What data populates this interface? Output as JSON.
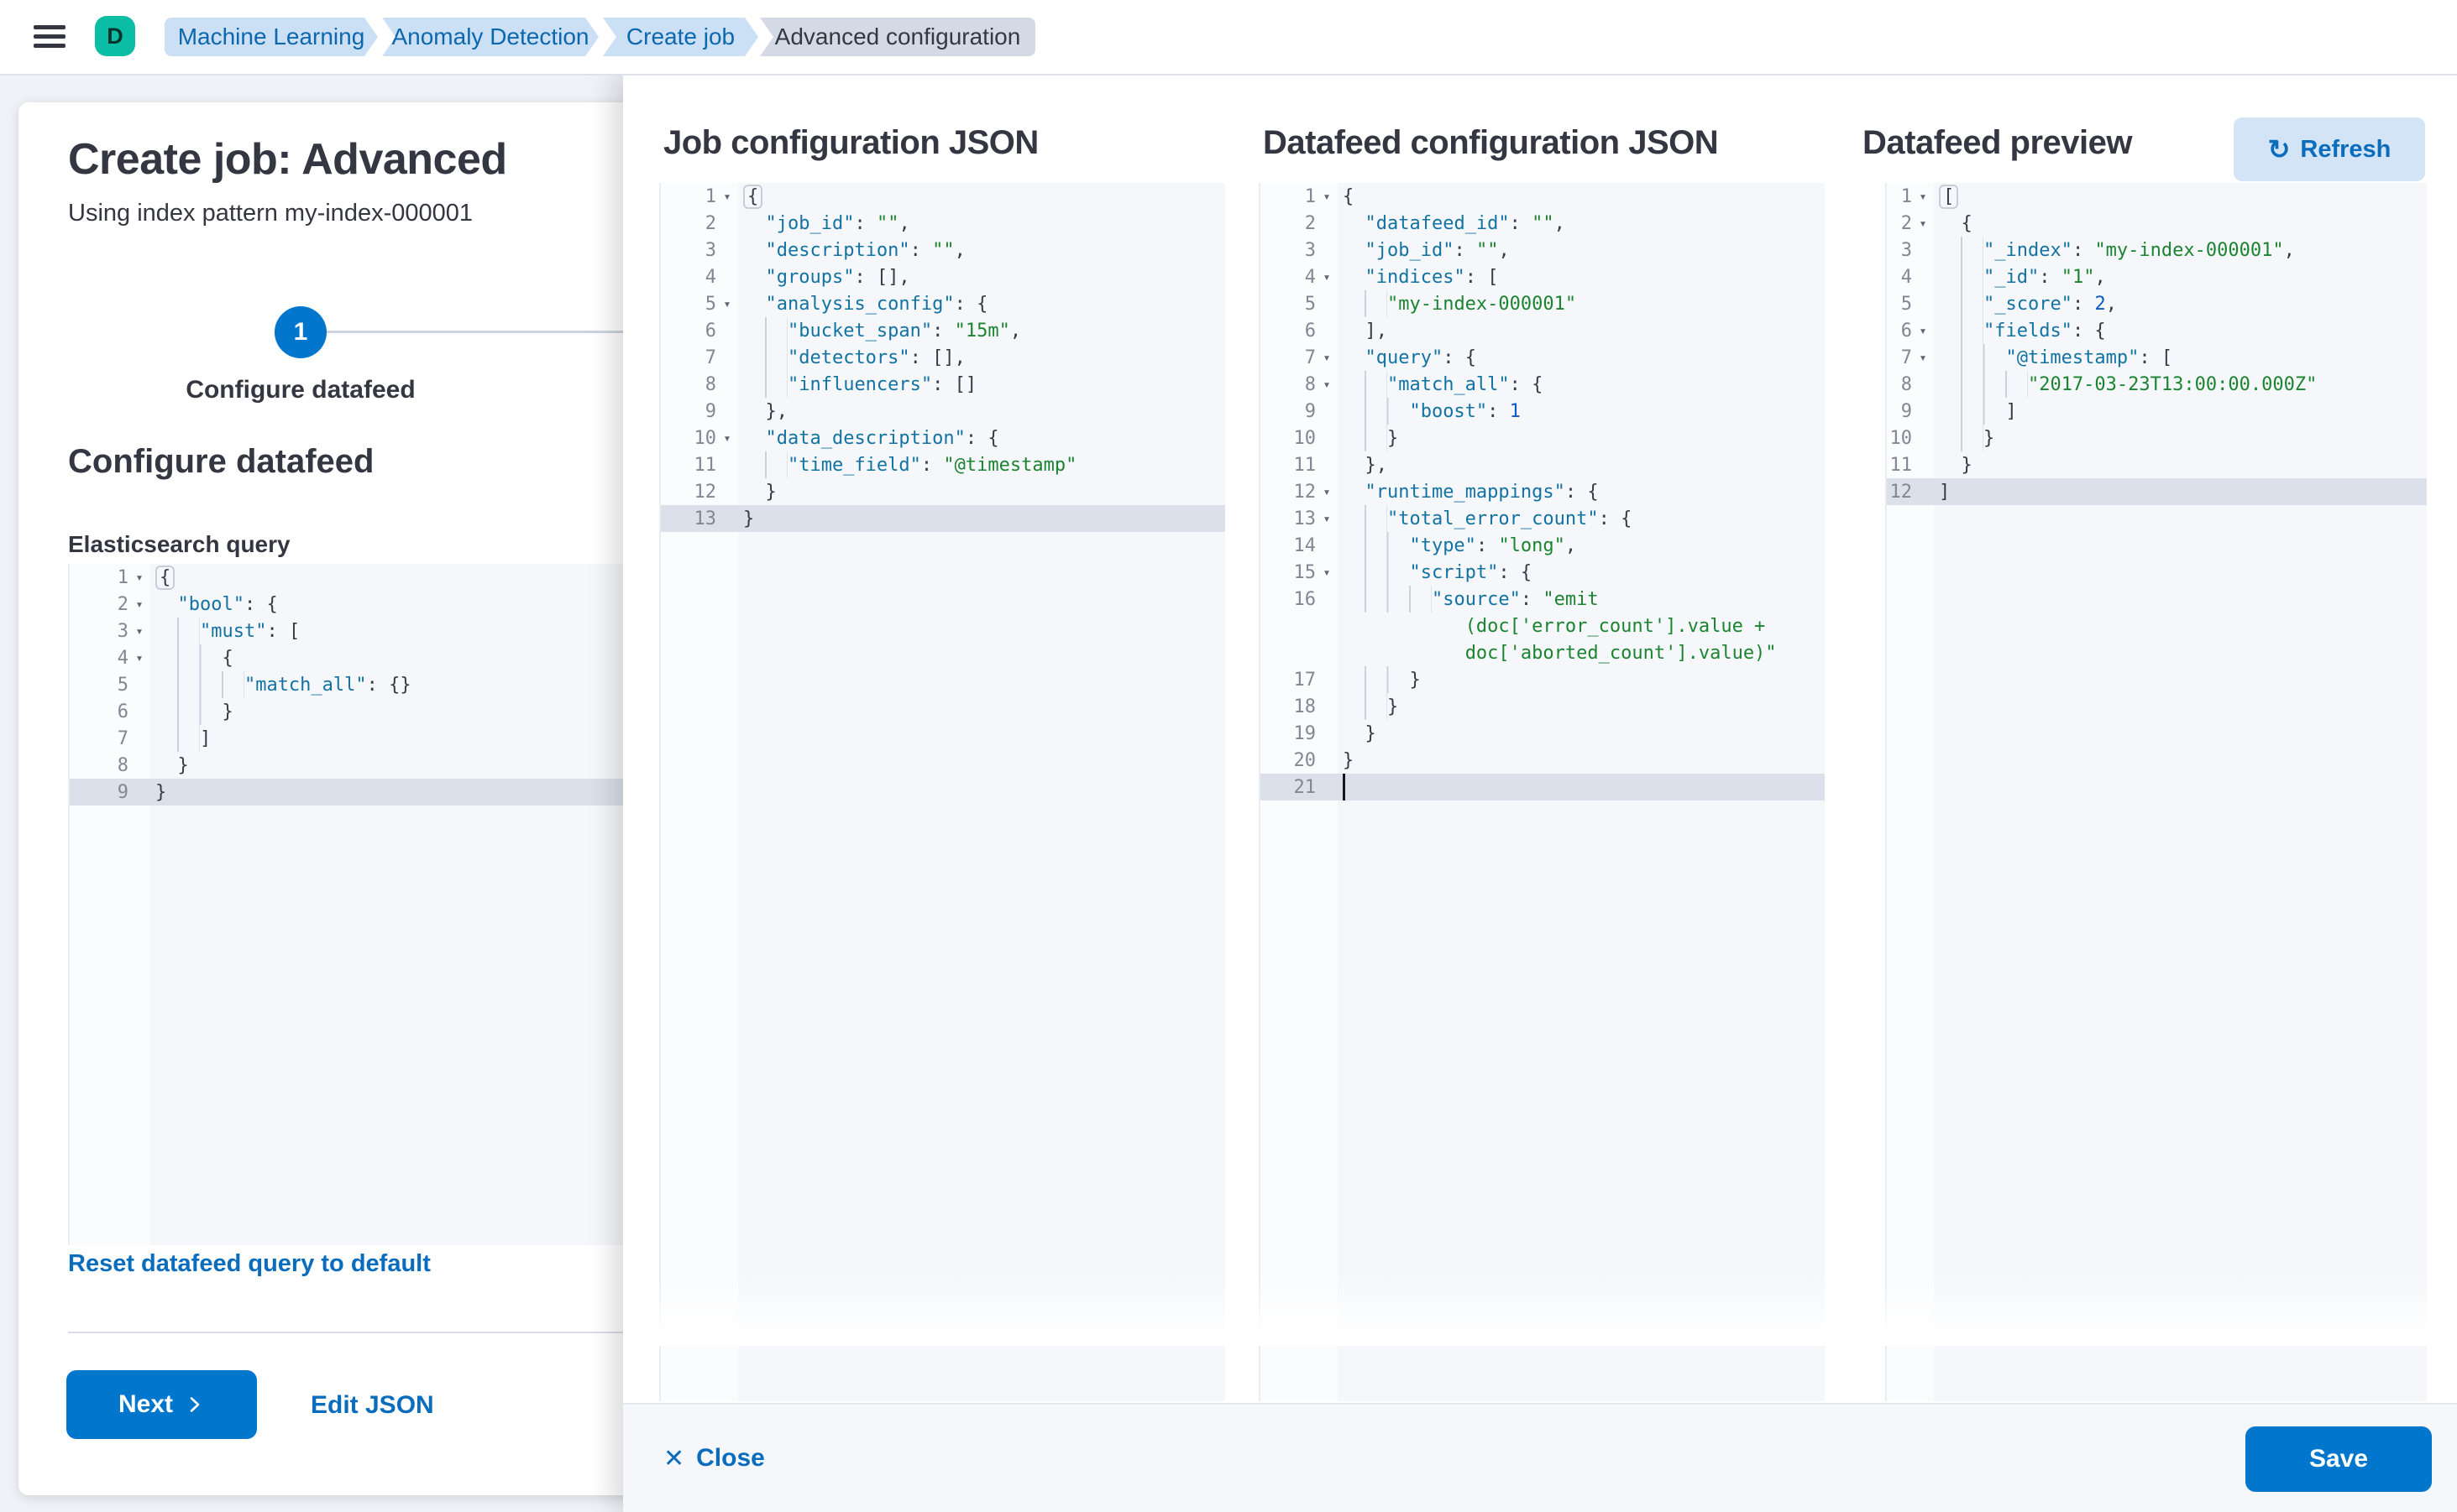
{
  "header": {
    "avatar_initial": "D",
    "breadcrumbs": [
      {
        "label": "Machine Learning"
      },
      {
        "label": "Anomaly Detection"
      },
      {
        "label": "Create job"
      },
      {
        "label": "Advanced configuration"
      }
    ]
  },
  "panel": {
    "title": "Create job: Advanced",
    "subtitle": "Using index pattern my-index-000001",
    "step_number": "1",
    "step_label": "Configure datafeed",
    "section_heading": "Configure datafeed",
    "query_label": "Elasticsearch query",
    "reset_label": "Reset datafeed query to default",
    "next_label": "Next",
    "edit_json_label": "Edit JSON"
  },
  "flyout": {
    "columns": [
      {
        "title": "Job configuration JSON"
      },
      {
        "title": "Datafeed configuration JSON"
      },
      {
        "title": "Datafeed preview"
      }
    ],
    "refresh_label": "Refresh",
    "close_label": "Close",
    "save_label": "Save"
  },
  "colors": {
    "primary": "#0077CC",
    "link": "#0A6CBD",
    "avatar": "#0CBDA5",
    "breadcrumb_bg": "#CBE0F5",
    "breadcrumb_last_bg": "#D4DAE5",
    "editor_bg": "#F5F7FA",
    "active_line": "#DBE0EA",
    "json_key": "#1273A3",
    "json_string": "#1B8430",
    "json_number": "#0A5AC2"
  },
  "editors": {
    "es_query": {
      "lines": [
        {
          "n": 1,
          "a": 1,
          "l": 0,
          "t": [
            [
              "pb",
              "{"
            ]
          ]
        },
        {
          "n": 2,
          "a": 1,
          "l": 1,
          "t": [
            [
              "k",
              "\"bool\""
            ],
            [
              "p",
              ": {"
            ]
          ]
        },
        {
          "n": 3,
          "a": 1,
          "l": 2,
          "t": [
            [
              "k",
              "\"must\""
            ],
            [
              "p",
              ": ["
            ]
          ]
        },
        {
          "n": 4,
          "a": 1,
          "l": 3,
          "t": [
            [
              "p",
              "{"
            ]
          ]
        },
        {
          "n": 5,
          "l": 4,
          "t": [
            [
              "k",
              "\"match_all\""
            ],
            [
              "p",
              ": {}"
            ]
          ]
        },
        {
          "n": 6,
          "l": 3,
          "t": [
            [
              "p",
              "}"
            ]
          ]
        },
        {
          "n": 7,
          "l": 2,
          "t": [
            [
              "p",
              "]"
            ]
          ]
        },
        {
          "n": 8,
          "l": 1,
          "t": [
            [
              "p",
              "}"
            ]
          ]
        },
        {
          "n": 9,
          "l": 0,
          "hl": 1,
          "t": [
            [
              "p",
              "}"
            ]
          ]
        }
      ]
    },
    "job": {
      "lines": [
        {
          "n": 1,
          "a": 1,
          "l": 0,
          "t": [
            [
              "pb",
              "{"
            ]
          ]
        },
        {
          "n": 2,
          "l": 1,
          "t": [
            [
              "k",
              "\"job_id\""
            ],
            [
              "p",
              ": "
            ],
            [
              "s",
              "\"\""
            ],
            [
              "p",
              ","
            ]
          ]
        },
        {
          "n": 3,
          "l": 1,
          "t": [
            [
              "k",
              "\"description\""
            ],
            [
              "p",
              ": "
            ],
            [
              "s",
              "\"\""
            ],
            [
              "p",
              ","
            ]
          ]
        },
        {
          "n": 4,
          "l": 1,
          "t": [
            [
              "k",
              "\"groups\""
            ],
            [
              "p",
              ": [],"
            ]
          ]
        },
        {
          "n": 5,
          "a": 1,
          "l": 1,
          "t": [
            [
              "k",
              "\"analysis_config\""
            ],
            [
              "p",
              ": {"
            ]
          ]
        },
        {
          "n": 6,
          "l": 2,
          "t": [
            [
              "k",
              "\"bucket_span\""
            ],
            [
              "p",
              ": "
            ],
            [
              "s",
              "\"15m\""
            ],
            [
              "p",
              ","
            ]
          ]
        },
        {
          "n": 7,
          "l": 2,
          "t": [
            [
              "k",
              "\"detectors\""
            ],
            [
              "p",
              ": [],"
            ]
          ]
        },
        {
          "n": 8,
          "l": 2,
          "t": [
            [
              "k",
              "\"influencers\""
            ],
            [
              "p",
              ": []"
            ]
          ]
        },
        {
          "n": 9,
          "l": 1,
          "t": [
            [
              "p",
              "},"
            ]
          ]
        },
        {
          "n": 10,
          "a": 1,
          "l": 1,
          "t": [
            [
              "k",
              "\"data_description\""
            ],
            [
              "p",
              ": {"
            ]
          ]
        },
        {
          "n": 11,
          "l": 2,
          "t": [
            [
              "k",
              "\"time_field\""
            ],
            [
              "p",
              ": "
            ],
            [
              "s",
              "\"@timestamp\""
            ]
          ]
        },
        {
          "n": 12,
          "l": 1,
          "t": [
            [
              "p",
              "}"
            ]
          ]
        },
        {
          "n": 13,
          "l": 0,
          "hl": 1,
          "t": [
            [
              "p",
              "}"
            ]
          ]
        }
      ]
    },
    "datafeed": {
      "lines": [
        {
          "n": 1,
          "a": 1,
          "l": 0,
          "t": [
            [
              "p",
              "{"
            ]
          ]
        },
        {
          "n": 2,
          "l": 1,
          "t": [
            [
              "k",
              "\"datafeed_id\""
            ],
            [
              "p",
              ": "
            ],
            [
              "s",
              "\"\""
            ],
            [
              "p",
              ","
            ]
          ]
        },
        {
          "n": 3,
          "l": 1,
          "t": [
            [
              "k",
              "\"job_id\""
            ],
            [
              "p",
              ": "
            ],
            [
              "s",
              "\"\""
            ],
            [
              "p",
              ","
            ]
          ]
        },
        {
          "n": 4,
          "a": 1,
          "l": 1,
          "t": [
            [
              "k",
              "\"indices\""
            ],
            [
              "p",
              ": ["
            ]
          ]
        },
        {
          "n": 5,
          "l": 2,
          "t": [
            [
              "s",
              "\"my-index-000001\""
            ]
          ]
        },
        {
          "n": 6,
          "l": 1,
          "t": [
            [
              "p",
              "],"
            ]
          ]
        },
        {
          "n": 7,
          "a": 1,
          "l": 1,
          "t": [
            [
              "k",
              "\"query\""
            ],
            [
              "p",
              ": {"
            ]
          ]
        },
        {
          "n": 8,
          "a": 1,
          "l": 2,
          "t": [
            [
              "k",
              "\"match_all\""
            ],
            [
              "p",
              ": {"
            ]
          ]
        },
        {
          "n": 9,
          "l": 3,
          "t": [
            [
              "k",
              "\"boost\""
            ],
            [
              "p",
              ": "
            ],
            [
              "n2",
              "1"
            ]
          ]
        },
        {
          "n": 10,
          "l": 2,
          "t": [
            [
              "p",
              "}"
            ]
          ]
        },
        {
          "n": 11,
          "l": 1,
          "t": [
            [
              "p",
              "},"
            ]
          ]
        },
        {
          "n": 12,
          "a": 1,
          "l": 1,
          "t": [
            [
              "k",
              "\"runtime_mappings\""
            ],
            [
              "p",
              ": {"
            ]
          ]
        },
        {
          "n": 13,
          "a": 1,
          "l": 2,
          "t": [
            [
              "k",
              "\"total_error_count\""
            ],
            [
              "p",
              ": {"
            ]
          ]
        },
        {
          "n": 14,
          "l": 3,
          "t": [
            [
              "k",
              "\"type\""
            ],
            [
              "p",
              ": "
            ],
            [
              "s",
              "\"long\""
            ],
            [
              "p",
              ","
            ]
          ]
        },
        {
          "n": 15,
          "a": 1,
          "l": 3,
          "t": [
            [
              "k",
              "\"script\""
            ],
            [
              "p",
              ": {"
            ]
          ]
        },
        {
          "n": 16,
          "l": 4,
          "t": [
            [
              "k",
              "\"source\""
            ],
            [
              "p",
              ": "
            ],
            [
              "s",
              "\"emit"
            ]
          ]
        },
        {
          "w": 1,
          "ind": 11,
          "t": [
            [
              "s",
              "(doc['error_count'].value +"
            ]
          ]
        },
        {
          "w": 1,
          "ind": 11,
          "t": [
            [
              "s",
              "doc['aborted_count'].value)\""
            ]
          ]
        },
        {
          "n": 17,
          "l": 3,
          "t": [
            [
              "p",
              "}"
            ]
          ]
        },
        {
          "n": 18,
          "l": 2,
          "t": [
            [
              "p",
              "}"
            ]
          ]
        },
        {
          "n": 19,
          "l": 1,
          "t": [
            [
              "p",
              "}"
            ]
          ]
        },
        {
          "n": 20,
          "l": 0,
          "t": [
            [
              "p",
              "}"
            ]
          ]
        },
        {
          "n": 21,
          "l": 0,
          "hl": 1,
          "cur": 1,
          "t": []
        }
      ]
    },
    "preview": {
      "lines": [
        {
          "n": 1,
          "a": 1,
          "l": 0,
          "t": [
            [
              "pb",
              "["
            ]
          ]
        },
        {
          "n": 2,
          "a": 1,
          "l": 1,
          "t": [
            [
              "p",
              "{"
            ]
          ]
        },
        {
          "n": 3,
          "l": 2,
          "t": [
            [
              "k",
              "\"_index\""
            ],
            [
              "p",
              ": "
            ],
            [
              "s",
              "\"my-index-000001\""
            ],
            [
              "p",
              ","
            ]
          ]
        },
        {
          "n": 4,
          "l": 2,
          "t": [
            [
              "k",
              "\"_id\""
            ],
            [
              "p",
              ": "
            ],
            [
              "s",
              "\"1\""
            ],
            [
              "p",
              ","
            ]
          ]
        },
        {
          "n": 5,
          "l": 2,
          "t": [
            [
              "k",
              "\"_score\""
            ],
            [
              "p",
              ": "
            ],
            [
              "n2",
              "2"
            ],
            [
              "p",
              ","
            ]
          ]
        },
        {
          "n": 6,
          "a": 1,
          "l": 2,
          "t": [
            [
              "k",
              "\"fields\""
            ],
            [
              "p",
              ": {"
            ]
          ]
        },
        {
          "n": 7,
          "a": 1,
          "l": 3,
          "t": [
            [
              "k",
              "\"@timestamp\""
            ],
            [
              "p",
              ": ["
            ]
          ]
        },
        {
          "n": 8,
          "l": 4,
          "t": [
            [
              "s",
              "\"2017-03-23T13:00:00.000Z\""
            ]
          ]
        },
        {
          "n": 9,
          "l": 3,
          "t": [
            [
              "p",
              "]"
            ]
          ]
        },
        {
          "n": 10,
          "l": 2,
          "t": [
            [
              "p",
              "}"
            ]
          ]
        },
        {
          "n": 11,
          "l": 1,
          "t": [
            [
              "p",
              "}"
            ]
          ]
        },
        {
          "n": 12,
          "l": 0,
          "hl": 1,
          "t": [
            [
              "p",
              "]"
            ]
          ]
        }
      ]
    }
  }
}
